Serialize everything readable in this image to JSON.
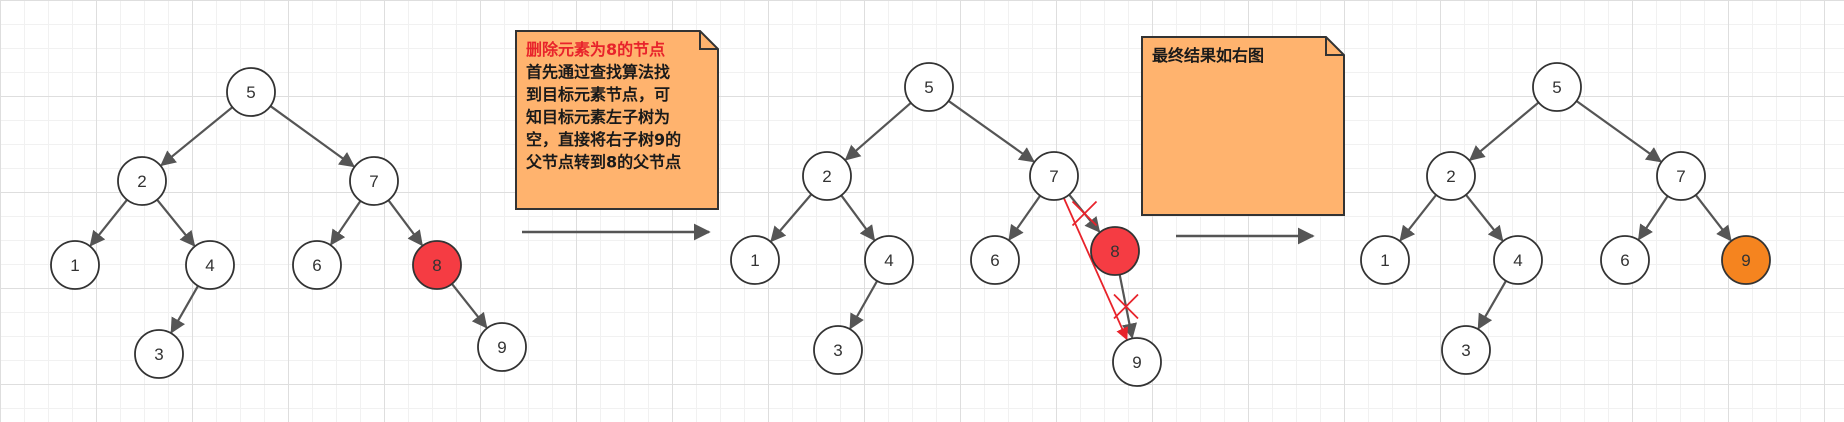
{
  "colors": {
    "node_fill": "#ffffff",
    "node_stroke": "#333333",
    "edge": "#555555",
    "deleted_fill": "#f53c43",
    "result_fill": "#f5841f",
    "note_fill": "#ffb36e",
    "note_stroke": "#333333",
    "note_title_color": "#e8232b",
    "cross_color": "#e8232b"
  },
  "trees": [
    {
      "nodes": [
        {
          "id": "5",
          "label": "5"
        },
        {
          "id": "2",
          "label": "2"
        },
        {
          "id": "7",
          "label": "7"
        },
        {
          "id": "1",
          "label": "1"
        },
        {
          "id": "4",
          "label": "4"
        },
        {
          "id": "6",
          "label": "6"
        },
        {
          "id": "8",
          "label": "8",
          "state": "deleted"
        },
        {
          "id": "3",
          "label": "3"
        },
        {
          "id": "9",
          "label": "9"
        }
      ],
      "edges": [
        [
          "5",
          "2"
        ],
        [
          "5",
          "7"
        ],
        [
          "2",
          "1"
        ],
        [
          "2",
          "4"
        ],
        [
          "4",
          "3"
        ],
        [
          "7",
          "6"
        ],
        [
          "7",
          "8"
        ],
        [
          "8",
          "9"
        ]
      ]
    },
    {
      "nodes": [
        {
          "id": "5",
          "label": "5"
        },
        {
          "id": "2",
          "label": "2"
        },
        {
          "id": "7",
          "label": "7"
        },
        {
          "id": "1",
          "label": "1"
        },
        {
          "id": "4",
          "label": "4"
        },
        {
          "id": "6",
          "label": "6"
        },
        {
          "id": "8",
          "label": "8",
          "state": "deleted"
        },
        {
          "id": "3",
          "label": "3"
        },
        {
          "id": "9",
          "label": "9"
        }
      ],
      "edges": [
        [
          "5",
          "2"
        ],
        [
          "5",
          "7"
        ],
        [
          "2",
          "1"
        ],
        [
          "2",
          "4"
        ],
        [
          "4",
          "3"
        ],
        [
          "7",
          "6"
        ],
        [
          "7",
          "8"
        ],
        [
          "8",
          "9"
        ]
      ],
      "crossed_edges": [
        [
          "7",
          "8"
        ],
        [
          "8",
          "9"
        ]
      ],
      "new_edges": [
        [
          "7",
          "9"
        ]
      ]
    },
    {
      "nodes": [
        {
          "id": "5",
          "label": "5"
        },
        {
          "id": "2",
          "label": "2"
        },
        {
          "id": "7",
          "label": "7"
        },
        {
          "id": "1",
          "label": "1"
        },
        {
          "id": "4",
          "label": "4"
        },
        {
          "id": "6",
          "label": "6"
        },
        {
          "id": "9",
          "label": "9",
          "state": "result"
        },
        {
          "id": "3",
          "label": "3"
        }
      ],
      "edges": [
        [
          "5",
          "2"
        ],
        [
          "5",
          "7"
        ],
        [
          "2",
          "1"
        ],
        [
          "2",
          "4"
        ],
        [
          "4",
          "3"
        ],
        [
          "7",
          "6"
        ],
        [
          "7",
          "9"
        ]
      ]
    }
  ],
  "notes": [
    {
      "title": "删除元素为8的节点",
      "lines": [
        "首先通过查找算法找",
        "到目标元素节点，可",
        "知目标元素左子树为",
        "空，直接将右子树9的",
        "父节点转到8的父节点"
      ]
    },
    {
      "title": "",
      "lines": [
        "最终结果如右图"
      ]
    }
  ],
  "arrows": [
    {
      "from": "tree-1",
      "to": "tree-2"
    },
    {
      "from": "tree-2",
      "to": "tree-3"
    }
  ]
}
